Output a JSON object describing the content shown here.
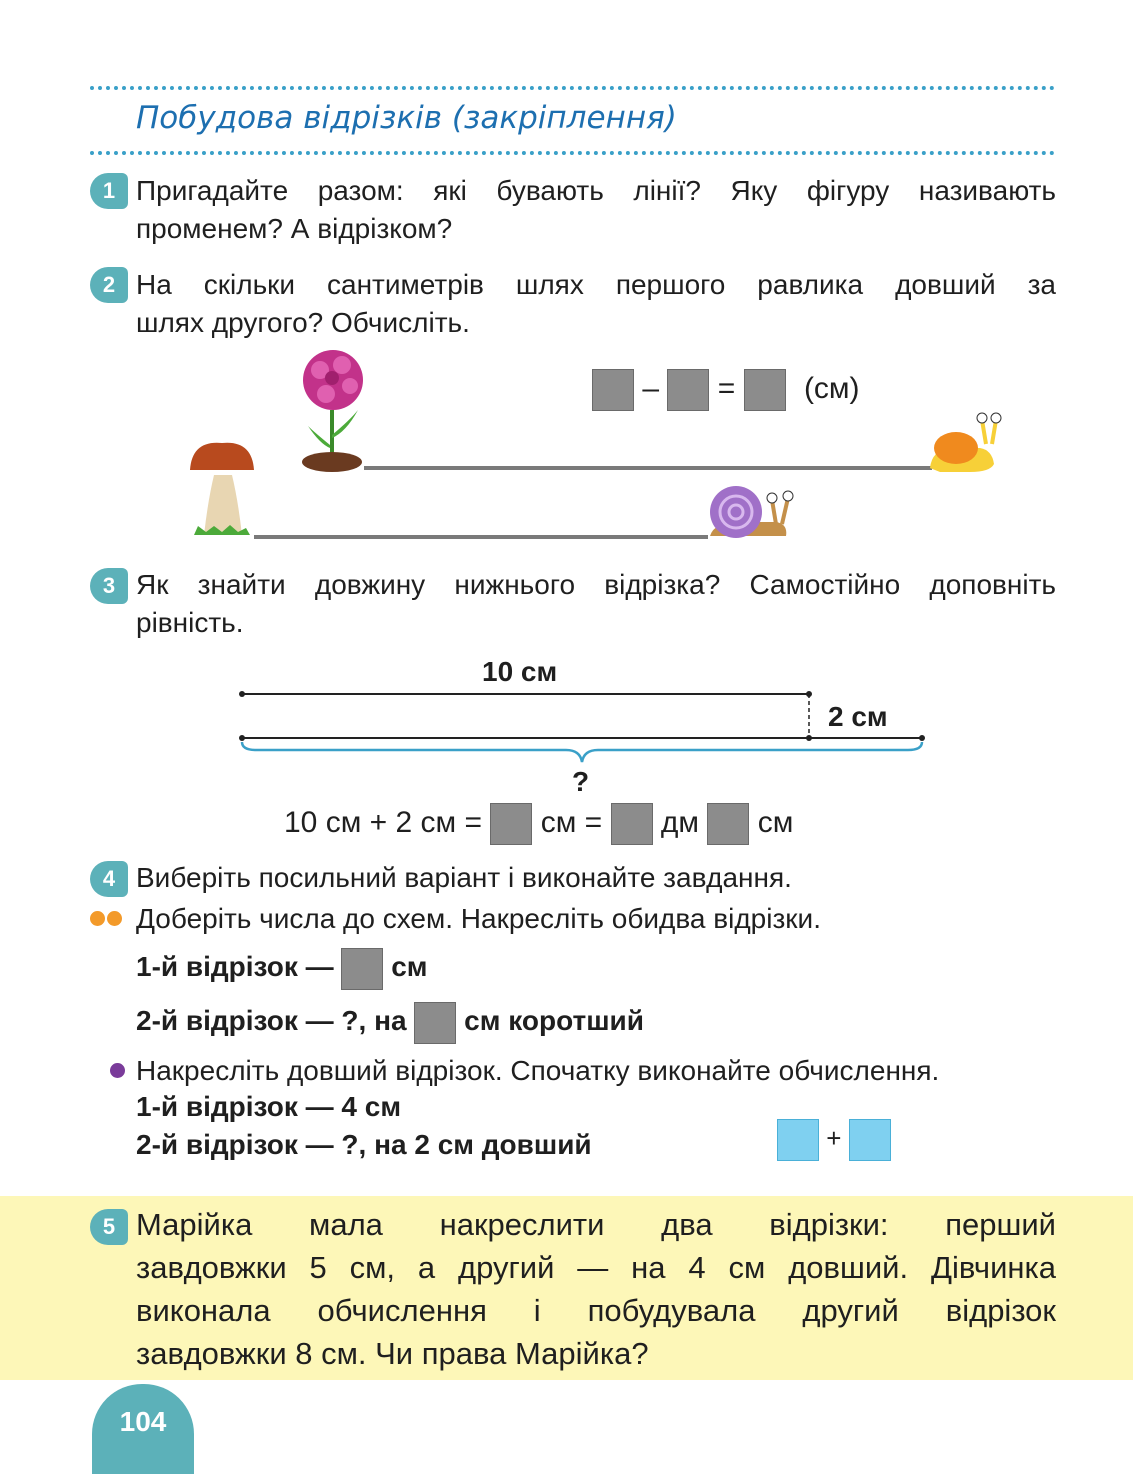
{
  "header": {
    "title": "Побудова відрізків (закріплення)"
  },
  "tasks": {
    "t1": {
      "num": "1",
      "text": "Пригадайте разом: які бувають лінії? Яку фігуру називають променем? А відрізком?"
    },
    "t2": {
      "num": "2",
      "line1": "На скільки сантиметрів шлях першого равлика довший за",
      "line2": "шлях другого? Обчисліть.",
      "minus": "–",
      "equals": "=",
      "unit": "(см)"
    },
    "t3": {
      "num": "3",
      "line1": "Як знайти довжину нижнього відрізка? Самостійно доповніть",
      "line2": "рівність.",
      "top_label": "10 см",
      "right_label": "2 см",
      "question": "?",
      "eq_part1": "10 см + 2 см =",
      "eq_part2": "см =",
      "eq_part3": "дм",
      "eq_part4": "см"
    },
    "t4": {
      "num": "4",
      "intro": "Виберіть посильний варіант і виконайте завдання.",
      "variant_a": "Доберіть числа до схем. Накресліть обидва відрізки.",
      "a_row1_prefix": "1-й відрізок —",
      "a_row1_suffix": "см",
      "a_row2_prefix": "2-й відрізок — ?, на",
      "a_row2_suffix": "см коротший",
      "variant_b": "Накресліть довший відрізок. Спочатку виконайте обчислення.",
      "b_row1": "1-й відрізок — 4 см",
      "b_row2": "2-й відрізок — ?, на 2 см довший",
      "plus": "+"
    },
    "t5": {
      "num": "5",
      "line1": "Марійка мала накреслити два відрізки: перший",
      "line2": "завдовжки 5 см, а другий — на 4 см довший. Дівчинка",
      "line3": "виконала обчислення і побудувала другий відрізок",
      "line4": "завдовжки 8 см.  Чи права Марійка?"
    }
  },
  "footer": {
    "page_number": "104"
  },
  "colors": {
    "accent": "#5cb1b9",
    "title": "#1d6fb0",
    "highlight": "#fdf7b8",
    "box": "#8c8c8c",
    "blue_box": "#7fd0f0"
  }
}
